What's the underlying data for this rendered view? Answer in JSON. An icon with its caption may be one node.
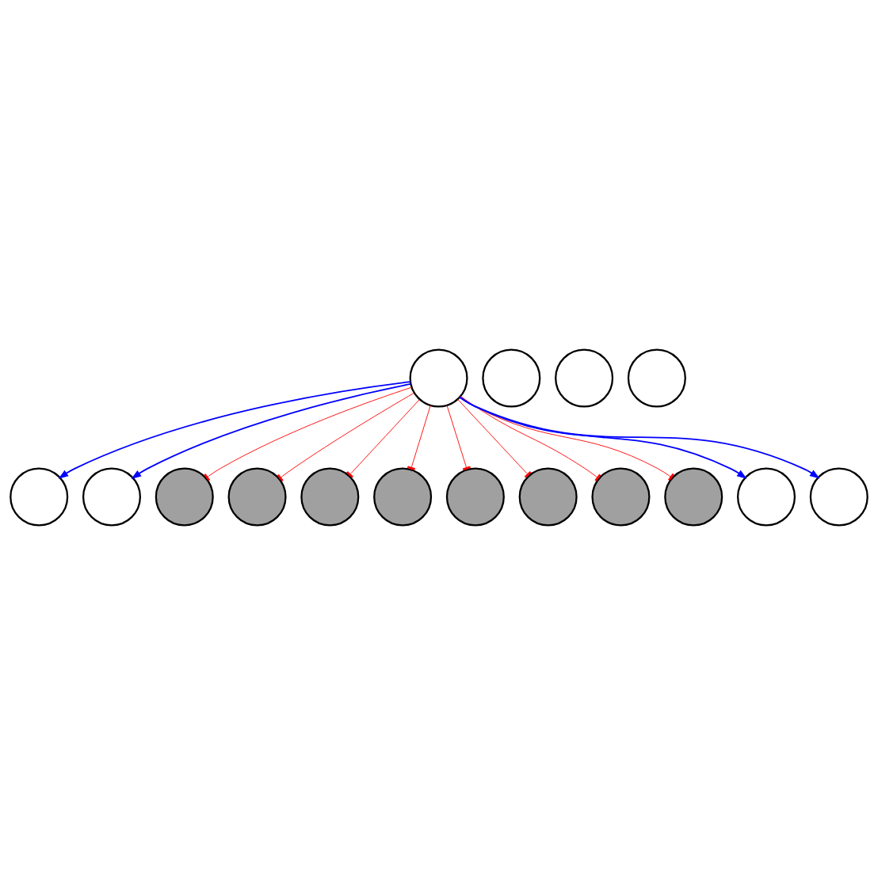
{
  "diagram": {
    "nodes": [
      {
        "text": [],
        "shape": "circle"
      },
      {
        "text": [],
        "shape": "circle"
      },
      {
        "text": [],
        "shape": "circle"
      },
      {
        "text": [],
        "shape": "circle"
      },
      {
        "text": [],
        "shape": "circle"
      },
      {
        "text": [],
        "shape": "circle"
      },
      {
        "text": [],
        "shape": "circle"
      },
      {
        "text": [],
        "shape": "circle"
      },
      {
        "text": [],
        "shape": "circle"
      },
      {
        "text": [],
        "shape": "circle"
      },
      {
        "text": [],
        "shape": "circle"
      },
      {
        "text": [],
        "shape": "circle"
      },
      {
        "text": [],
        "shape": "circle"
      },
      {
        "text": [],
        "shape": "circle"
      },
      {
        "text": [],
        "shape": "circle"
      },
      {
        "text": [],
        "shape": "circle"
      }
    ],
    "edges": [
      {
        "from": 0,
        "to": 15,
        "arrow": "to",
        "color": "#0000ff"
      },
      {
        "from": 0,
        "to": 14,
        "arrow": "to",
        "color": "#0000ff"
      },
      {
        "from": 0,
        "to": 1,
        "arrow": "to",
        "color": "#0000ff"
      },
      {
        "from": 0,
        "to": 2,
        "arrow": "to",
        "color": "#0000ff"
      },
      {
        "from": 0,
        "to": 13,
        "arrow": "other"
      },
      {
        "from": 0,
        "to": 12,
        "arrow": "other"
      },
      {
        "from": 0,
        "to": 11,
        "arrow": "other"
      },
      {
        "from": 0,
        "to": 10,
        "arrow": "other"
      },
      {
        "from": 0,
        "to": 6,
        "arrow": "other"
      },
      {
        "from": 0,
        "to": 5,
        "arrow": "other"
      },
      {
        "from": 0,
        "to": 4,
        "arrow": "other"
      },
      {
        "from": 0,
        "to": 3,
        "arrow": "other"
      }
    ]
  }
}
